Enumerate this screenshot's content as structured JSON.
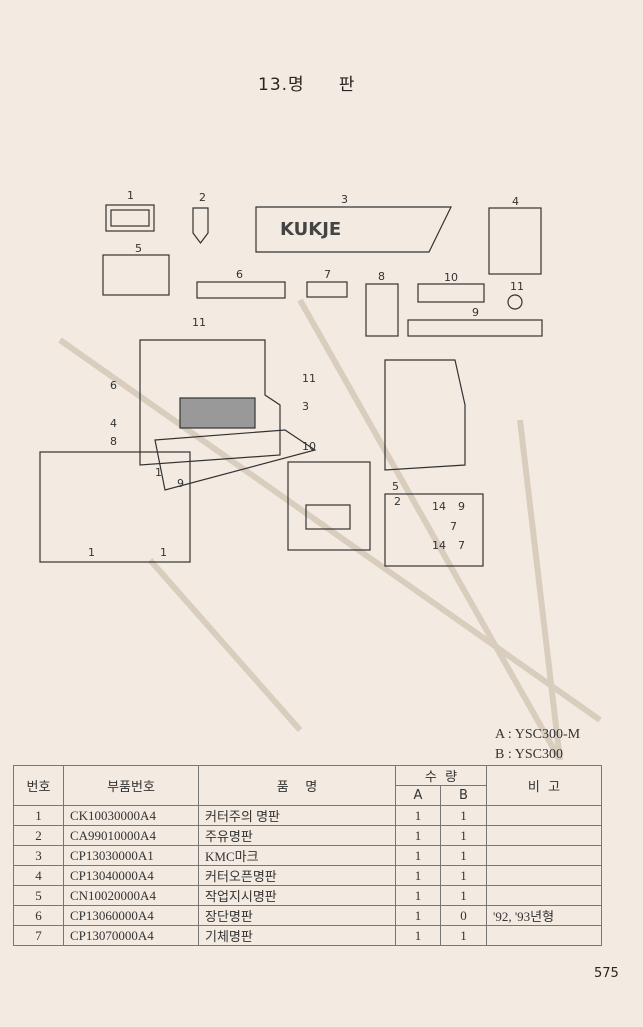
{
  "title": {
    "number": "13.",
    "word1": "명",
    "word2": "판"
  },
  "diagram": {
    "brand": "KUKJE",
    "labels": [
      "1",
      "2",
      "3",
      "4",
      "5",
      "6",
      "7",
      "8",
      "10",
      "9",
      "11",
      "11",
      "6",
      "4",
      "8",
      "3",
      "11",
      "10",
      "9",
      "5",
      "2",
      "14",
      "9",
      "7",
      "14",
      "7",
      "1",
      "1",
      "1"
    ]
  },
  "legend": {
    "a": "A : YSC300-M",
    "b": "B : YSC300"
  },
  "table": {
    "headers": {
      "no": "번호",
      "part_no": "부품번호",
      "name": "품    명",
      "qty": "수  량",
      "qty_a": "A",
      "qty_b": "B",
      "remark": "비  고"
    },
    "rows": [
      {
        "no": "1",
        "part_no": "CK10030000A4",
        "name": "커터주의 명판",
        "a": "1",
        "b": "1",
        "remark": ""
      },
      {
        "no": "2",
        "part_no": "CA99010000A4",
        "name": "주유명판",
        "a": "1",
        "b": "1",
        "remark": ""
      },
      {
        "no": "3",
        "part_no": "CP13030000A1",
        "name": "KMC마크",
        "a": "1",
        "b": "1",
        "remark": ""
      },
      {
        "no": "4",
        "part_no": "CP13040000A4",
        "name": "커터오픈명판",
        "a": "1",
        "b": "1",
        "remark": ""
      },
      {
        "no": "5",
        "part_no": "CN10020000A4",
        "name": "작업지시명판",
        "a": "1",
        "b": "1",
        "remark": ""
      },
      {
        "no": "6",
        "part_no": "CP13060000A4",
        "name": "장단명판",
        "a": "1",
        "b": "0",
        "remark": "'92, '93년형"
      },
      {
        "no": "7",
        "part_no": "CP13070000A4",
        "name": "기체명판",
        "a": "1",
        "b": "1",
        "remark": ""
      }
    ]
  },
  "page_number": "575"
}
